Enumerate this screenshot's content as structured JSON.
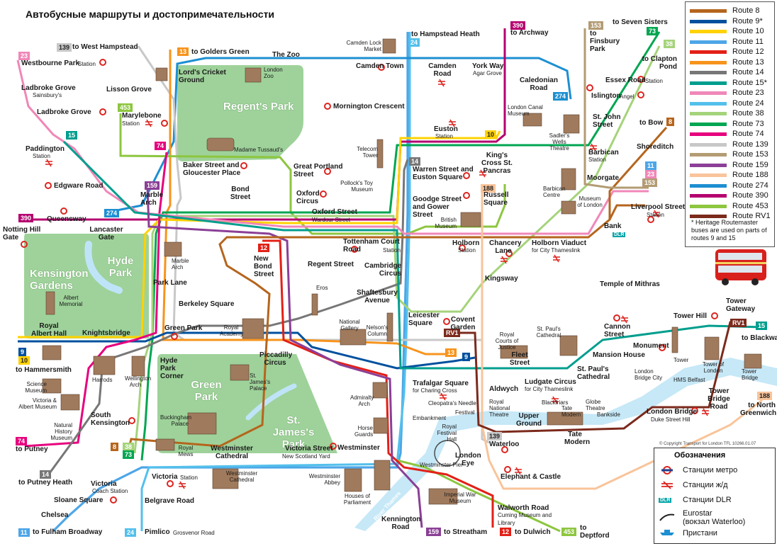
{
  "title": "Автобусные маршруты и достопримечательности",
  "legend": {
    "routes": [
      {
        "name": "Route 8",
        "color": "#b5651d"
      },
      {
        "name": "Route 9*",
        "color": "#00509e"
      },
      {
        "name": "Route 10",
        "color": "#ffd200"
      },
      {
        "name": "Route 11",
        "color": "#4da6e8"
      },
      {
        "name": "Route 12",
        "color": "#e32017"
      },
      {
        "name": "Route 13",
        "color": "#f7941d"
      },
      {
        "name": "Route 14",
        "color": "#777777"
      },
      {
        "name": "Route 15*",
        "color": "#009e8e"
      },
      {
        "name": "Route 23",
        "color": "#f087b8"
      },
      {
        "name": "Route 24",
        "color": "#53c0ec"
      },
      {
        "name": "Route 38",
        "color": "#a5d37a"
      },
      {
        "name": "Route 73",
        "color": "#00a651"
      },
      {
        "name": "Route 74",
        "color": "#e6007e"
      },
      {
        "name": "Route 139",
        "color": "#c8c8c8"
      },
      {
        "name": "Route 153",
        "color": "#b39b73"
      },
      {
        "name": "Route 159",
        "color": "#8b3f96"
      },
      {
        "name": "Route 188",
        "color": "#f9c49a"
      },
      {
        "name": "Route 274",
        "color": "#1d8fd1"
      },
      {
        "name": "Route 390",
        "color": "#b5006f"
      },
      {
        "name": "Route 453",
        "color": "#8dc63f"
      },
      {
        "name": "Route RV1",
        "color": "#7b2a1c"
      }
    ],
    "note": "* Heritage Routemaster buses are used on parts of routes 9 and 15"
  },
  "key": {
    "title": "Обозначения",
    "underground": "Станции метро",
    "rail": "Станции ж/д",
    "dlr_badge": "DLR",
    "dlr": "Станции DLR",
    "eurostar": "Eurostar",
    "eurostar2": "(вокзал Waterloo)",
    "pier": "Пристани"
  },
  "copyright": "© Copyright Transport for London     TFL 10266.01.07",
  "parks": {
    "regents": "Regent's Park",
    "hyde": "Hyde Park",
    "kensington": "Kensington Gardens",
    "green": "Green Park",
    "stjames": "St. James's Park"
  },
  "termini": {
    "t139": "139",
    "west_hampstead": "to West Hampstead",
    "t13": "13",
    "golders_green": "to Golders Green",
    "t24": "24",
    "hampstead_heath": "to Hampstead Heath",
    "t390": "390",
    "archway": "to Archway",
    "t153": "153",
    "finsbury_park": "to Finsbury Park",
    "t73": "73",
    "seven_sisters": "to Seven Sisters",
    "t38": "38",
    "clapton_pond": "to Clapton Pond",
    "t8": "8",
    "bow": "to Bow",
    "t15": "15",
    "blackwall": "to Blackwall",
    "t188": "188",
    "north_greenwich": "to North Greenwich",
    "t453": "453",
    "deptford": "to Deptford",
    "t12": "12",
    "dulwich": "to Dulwich",
    "t159": "159",
    "streatham": "to Streatham",
    "t24b": "24",
    "pimlico": "Pimlico",
    "pimlico_sub": "Grosvenor Road",
    "t11": "11",
    "fulham": "to Fulham Broadway",
    "t14": "14",
    "putney_heath": "to Putney Heath",
    "t74": "74",
    "putney": "to Putney",
    "t9": "9",
    "t10": "10",
    "hammersmith": "to Hammersmith",
    "t23": "23",
    "t15b": "15",
    "t453b": "453",
    "t74b": "74",
    "t159b": "159",
    "t390b": "390",
    "t274": "274",
    "t12b": "12",
    "t10b": "10",
    "t14b": "14",
    "t188b": "188",
    "tRV1": "RV1",
    "tRV1b": "RV1",
    "t13b": "13",
    "t9b": "9",
    "t139b": "139",
    "t8b": "8",
    "t38b": "38",
    "t73b": "73",
    "t11b": "11",
    "t23b": "23",
    "t153b": "153",
    "t274b": "274"
  },
  "stops": {
    "westbourne_park": "Westbourne Park",
    "westbourne_sub": "Station",
    "ladbroke_grove_sains": "Ladbroke Grove",
    "sainsburys": "Sainsbury's",
    "ladbroke_grove": "Ladbroke Grove",
    "paddington": "Paddington",
    "paddington_sub": "Station",
    "edgware_road": "Edgware Road",
    "queensway": "Queensway",
    "notting_hill": "Notting Hill Gate",
    "lancaster_gate": "Lancaster Gate",
    "marble_arch": "Marble Arch",
    "marble_arch_pic": "Marble Arch",
    "lisson_grove": "Lisson Grove",
    "lords": "Lord's Cricket Ground",
    "marylebone": "Marylebone",
    "marylebone_sub": "Station",
    "madame": "Madame Tussaud's",
    "baker_street": "Baker Street and Gloucester Place",
    "bond_street": "Bond Street",
    "great_portland": "Great Portland Street",
    "oxford_circus": "Oxford Circus",
    "oxford_street": "Oxford Street",
    "wardour": "Wardour Street",
    "the_zoo": "The Zoo",
    "london_zoo": "London Zoo",
    "camden_lock": "Camden Lock Market",
    "camden_town": "Camden Town",
    "camden_road": "Camden Road",
    "york_way": "York Way",
    "agar_grove": "Agar Grove",
    "caledonian": "Caledonian Road",
    "islington": "Islington",
    "islington_sub": "Angel",
    "essex_road": "Essex Road",
    "essex_sub": "Station",
    "mornington": "Mornington Crescent",
    "euston": "Euston",
    "euston_sub": "Station",
    "canal_museum": "London Canal Museum",
    "st_john": "St. John Street",
    "sadlers": "Sadler's Wells Theatre",
    "kings_cross": "King's Cross St. Pancras",
    "barbican": "Barbican",
    "barbican_sub": "Station",
    "barbican_centre": "Barbican Centre",
    "moorgate": "Moorgate",
    "shoreditch": "Shoreditch",
    "liverpool_street": "Liverpool Street",
    "liverpool_sub": "Station",
    "museum_london": "Museum of London",
    "telecom": "Telecom Tower",
    "pollocks": "Pollock's Toy Museum",
    "warren_street": "Warren Street and Euston Square",
    "goodge": "Goodge Street and Gower Street",
    "russell": "Russell Square",
    "british_museum": "British Museum",
    "tcr": "Tottenham Court Road",
    "tcr_sub": "Station",
    "holborn": "Holborn",
    "holborn_sub": "Station",
    "chancery": "Chancery Lane",
    "holborn_viaduct": "Holborn Viaduct",
    "viaduct_sub": "for City Thameslink",
    "bank": "Bank",
    "new_bond": "New Bond Street",
    "regent_street": "Regent Street",
    "cambridge_circus": "Cambridge Circus",
    "shaftesbury": "Shaftesbury Avenue",
    "kingsway": "Kingsway",
    "temple_mithras": "Temple of Mithras",
    "park_lane": "Park Lane",
    "berkeley": "Berkeley Square",
    "eros": "Eros",
    "royal_academy": "Royal Academy",
    "green_park": "Green Park",
    "piccadilly": "Piccadilly Circus",
    "national_gallery": "National Gallery",
    "nelson": "Nelson's Column",
    "leicester": "Leicester Square",
    "covent_garden": "Covent Garden",
    "royal_courts": "Royal Courts of Justice",
    "fleet_street": "Fleet Street",
    "st_pauls_cath": "St. Paul's Cathedral",
    "ludgate": "Ludgate Circus",
    "ludgate_sub": "for City Thameslink",
    "st_pauls": "St. Paul's Cathedral",
    "mansion_house": "Mansion House",
    "monument": "Monument",
    "cannon_street": "Cannon Street",
    "tower_hill": "Tower Hill",
    "tower_gateway": "Tower Gateway",
    "tower": "Tower",
    "tower_london": "Tower of London",
    "tower_bridge_pic": "Tower Bridge",
    "hms_belfast": "HMS Belfast",
    "london_bridge_city": "London Bridge City",
    "tower_bridge_road": "Tower Bridge Road",
    "london_bridge": "London Bridge",
    "duke_street": "Duke Street Hill",
    "hyde_park_corner": "Hyde Park Corner",
    "st_james_palace": "St. James's Palace",
    "trafalgar": "Trafalgar Square",
    "trafalgar_sub": "for Charing Cross",
    "cleopatra": "Cleopatra's Needle",
    "admiralty": "Admiralty Arch",
    "aldwych": "Aldwych",
    "horse_guards": "Horse Guards",
    "embankment": "Embankment",
    "festival": "Festival",
    "royal_festival": "Royal Festival Hall",
    "national_theatre": "Royal National Theatre",
    "blackfriars": "Blackfriars",
    "tate_modern_pic": "Tate Modern",
    "globe": "Globe Theatre",
    "bankside": "Bankside",
    "upper_ground": "Upper Ground",
    "tate_modern": "Tate Modern",
    "london_eye": "London Eye",
    "waterloo": "Waterloo",
    "elephant": "Elephant & Castle",
    "westminster": "Westminster",
    "westminster_pier": "Westminster Pier",
    "victoria_street": "Victoria Street",
    "scotland_yard": "New Scotland Yard",
    "westminster_cath": "Westminster Cathedral",
    "westminster_cath_pic": "Westminster Cathedral",
    "westminster_abbey": "Westminster Abbey",
    "houses_parliament": "Houses of Parliament",
    "river_thames": "River Thames",
    "imperial_war": "Imperial War Museum",
    "kennington": "Kennington Road",
    "walworth": "Walworth Road",
    "walworth_sub": "Cuming Museum and Library",
    "buckingham": "Buckingham Palace",
    "royal_mews": "Royal Mews",
    "victoria": "Victoria",
    "victoria_sub": "Station",
    "victoria_coach": "Victoria",
    "coach_sub": "Coach Station",
    "belgrave": "Belgrave Road",
    "sloane": "Sloane Square",
    "chelsea": "Chelsea",
    "south_ken": "South Kensington",
    "natural_history": "Natural History Museum",
    "va": "Victoria & Albert Museum",
    "science": "Science Museum",
    "harrods": "Harrods",
    "wellington": "Wellington Arch",
    "knightsbridge": "Knightsbridge",
    "royal_albert": "Royal Albert Hall",
    "albert_memorial": "Albert Memorial"
  }
}
